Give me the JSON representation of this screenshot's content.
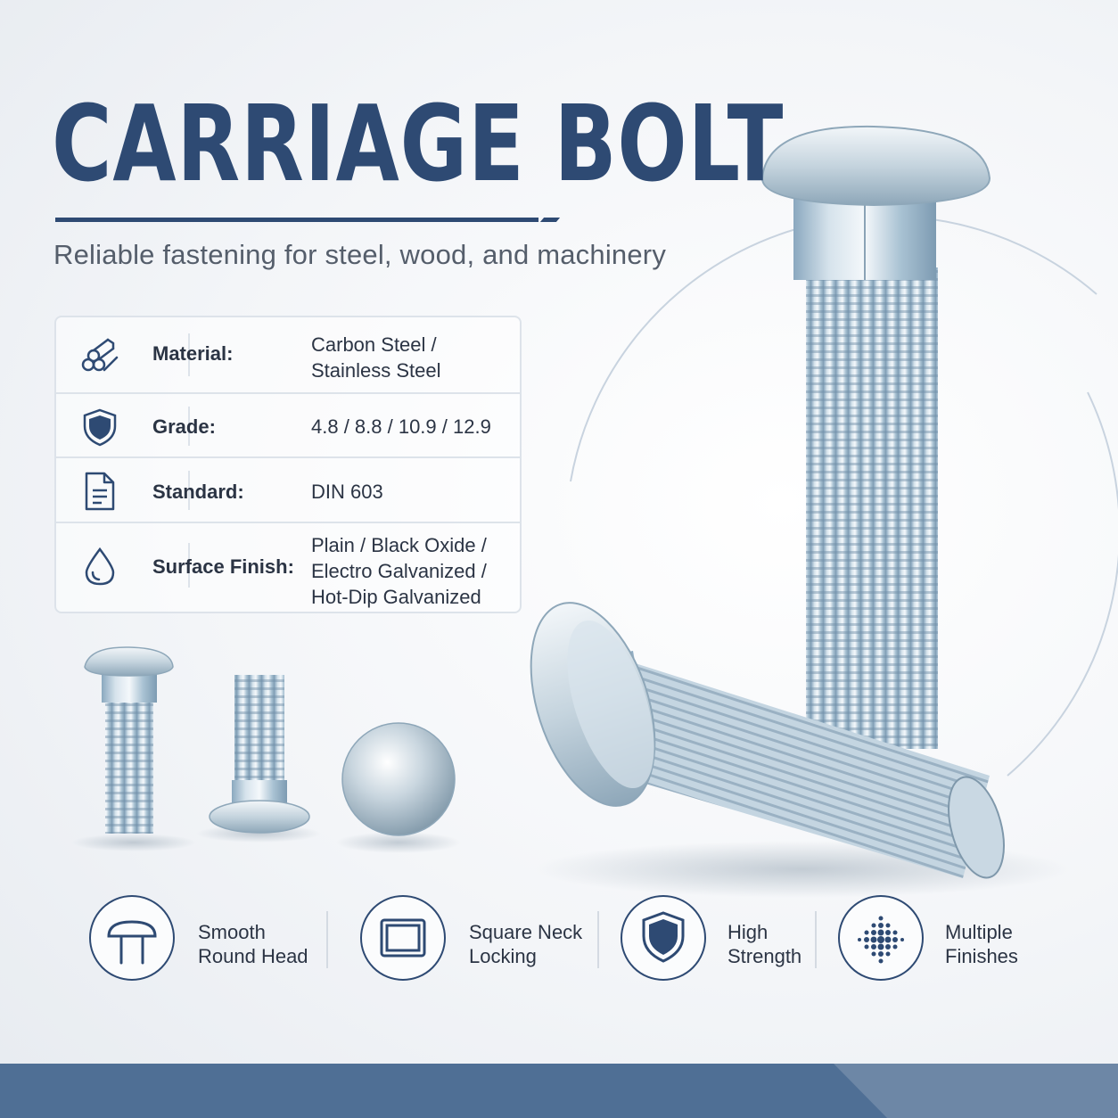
{
  "header": {
    "title": "CARRIAGE BOLT",
    "subtitle": "Reliable fastening for steel, wood, and machinery"
  },
  "specs": [
    {
      "icon": "material-bars-icon",
      "label": "Material:",
      "value": "Carbon Steel /\nStainless Steel"
    },
    {
      "icon": "shield-icon",
      "label": "Grade:",
      "value": "4.8 / 8.8 / 10.9 / 12.9"
    },
    {
      "icon": "document-icon",
      "label": "Standard:",
      "value": "DIN 603"
    },
    {
      "icon": "droplet-icon",
      "label": "Surface Finish:",
      "value": "Plain / Black Oxide /\nElectro Galvanized /\nHot-Dip Galvanized"
    }
  ],
  "features": [
    {
      "icon": "round-head-icon",
      "line1": "Smooth",
      "line2": "Round Head"
    },
    {
      "icon": "square-neck-icon",
      "line1": "Square Neck",
      "line2": "Locking"
    },
    {
      "icon": "shield-icon",
      "line1": "High",
      "line2": "Strength"
    },
    {
      "icon": "dotted-pattern-icon",
      "line1": "Multiple",
      "line2": "Finishes"
    }
  ],
  "colors": {
    "brand_navy": "#2e4a73",
    "band_blue": "#4f6f95",
    "steel": "#b9ccd9"
  }
}
